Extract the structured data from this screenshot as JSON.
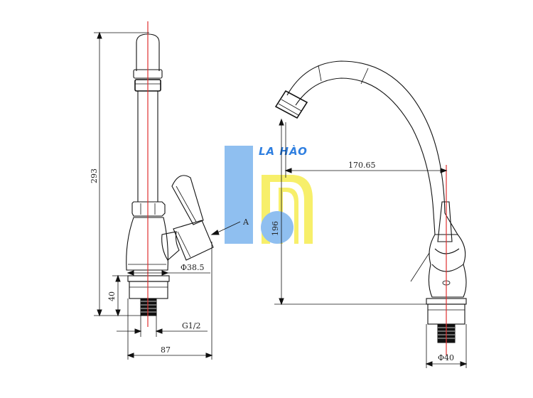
{
  "dimensions": {
    "height_total": "293",
    "height_base": "40",
    "diameter_body": "Φ38.5",
    "thread": "G1/2",
    "width_left": "87",
    "spout_reach": "170.65",
    "spout_height": "196",
    "diameter_base": "Φ40"
  },
  "labels": {
    "detail_marker": "A"
  },
  "watermark": {
    "brand_text": "LA HÀO",
    "colors": {
      "blue": "#8fbff0",
      "yellow": "#f7ef6a",
      "text": "#2f7fe0"
    }
  },
  "colors": {
    "centerline": "#e03030",
    "line": "#111111"
  }
}
